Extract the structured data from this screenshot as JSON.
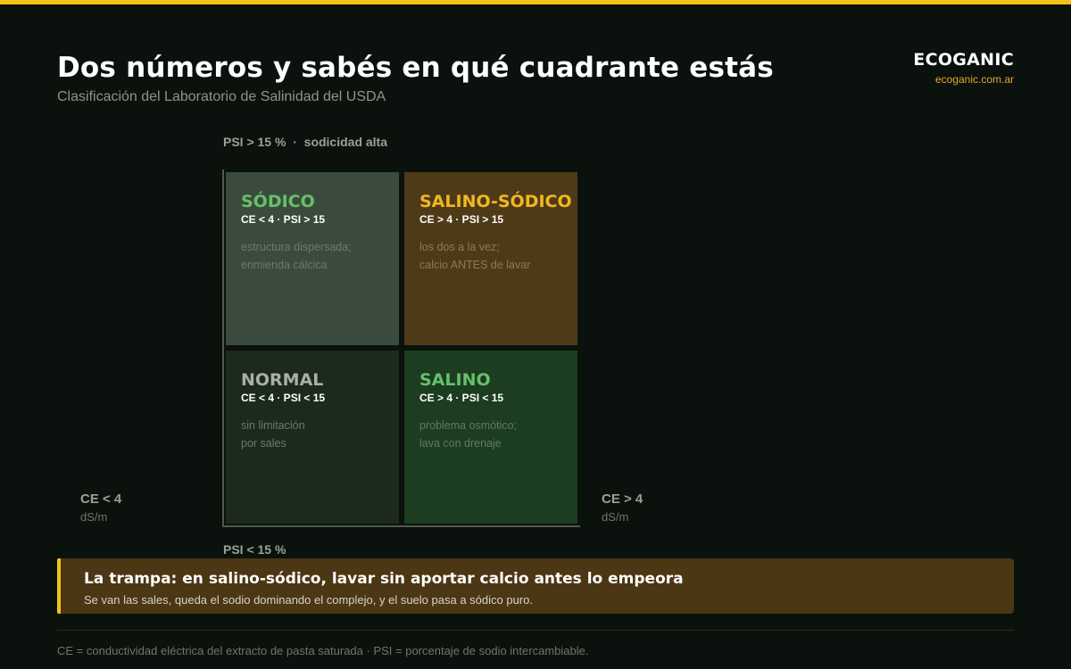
{
  "header": {
    "title": "Dos números y sabés en qué cuadrante estás",
    "subtitle": "Clasificación del Laboratorio de Salinidad del USDA"
  },
  "brand": {
    "name": "ECOGANIC",
    "url": "ecoganic.com.ar",
    "accent_color": "#f0c419"
  },
  "axes": {
    "top_label": "PSI > 15 %  ·  sodicidad alta",
    "bottom_label": "PSI < 15 %",
    "left_label": "CE < 4",
    "left_unit": "dS/m",
    "right_label": "CE > 4",
    "right_unit": "dS/m"
  },
  "quadrants": [
    {
      "name": "SÓDICO",
      "criteria": "CE < 4 · PSI > 15",
      "note_lines": [
        "estructura dispersada;",
        "enmienda cálcica"
      ],
      "name_color": "#66c06c",
      "bg_color": "#3a4b3d"
    },
    {
      "name": "SALINO-SÓDICO",
      "criteria": "CE > 4 · PSI > 15",
      "note_lines": [
        "los dos a la vez;",
        "calcio ANTES de lavar"
      ],
      "name_color": "#f0b820",
      "bg_color": "#4f3a18"
    },
    {
      "name": "NORMAL",
      "criteria": "CE < 4 · PSI < 15",
      "note_lines": [
        "sin limitación",
        "por sales"
      ],
      "name_color": "#a9b0a6",
      "bg_color": "#1c2a1e"
    },
    {
      "name": "SALINO",
      "criteria": "CE > 4 · PSI < 15",
      "note_lines": [
        "problema osmótico;",
        "lava con drenaje"
      ],
      "name_color": "#66c06c",
      "bg_color": "#1c3d1f"
    }
  ],
  "callout": {
    "title": "La trampa: en salino-sódico, lavar sin aportar calcio antes lo empeora",
    "text": "Se van las sales, queda el sodio dominando el complejo, y el suelo pasa a sódico puro."
  },
  "footer": {
    "text": "CE = conductividad eléctrica del extracto de pasta saturada · PSI = porcentaje de sodio intercambiable."
  }
}
